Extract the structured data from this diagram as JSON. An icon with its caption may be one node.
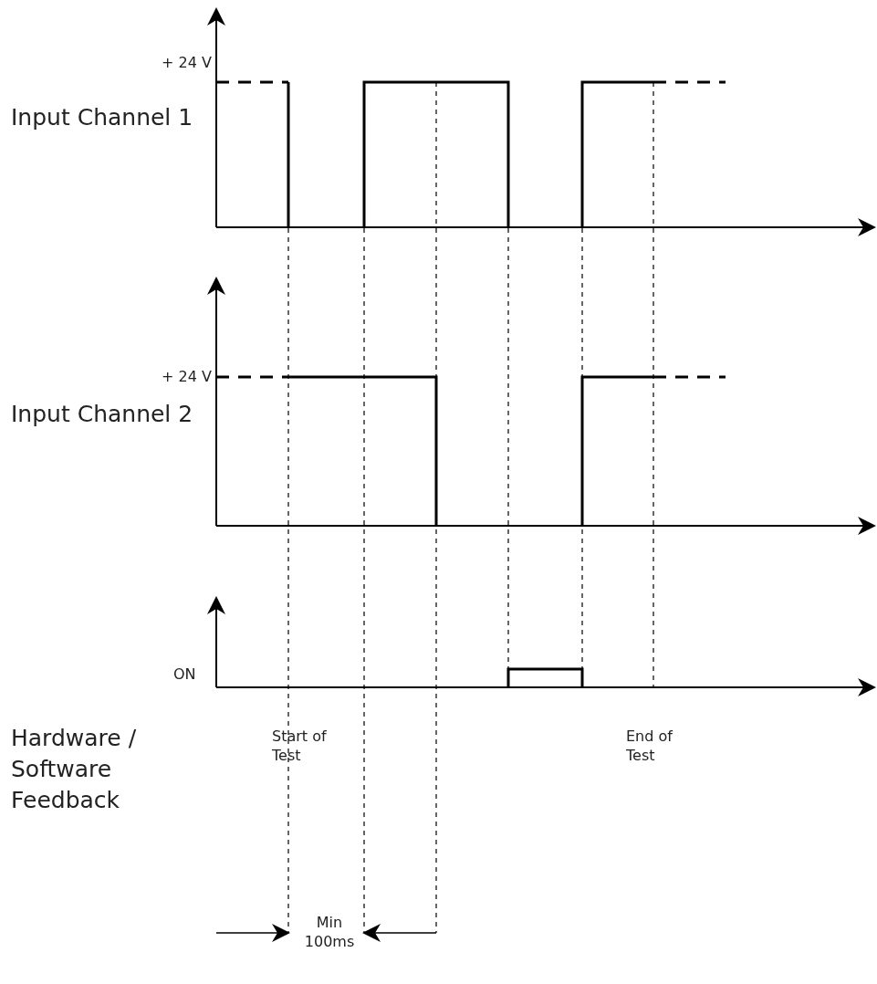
{
  "diagram": {
    "labels": [
      "+ 24 V",
      "Input Channel 1",
      "+ 24 V",
      "Input Channel 2",
      "ON",
      "Hardware / Software Feedback",
      "Start of Test",
      "End of Test",
      "Min 100ms"
    ]
  }
}
